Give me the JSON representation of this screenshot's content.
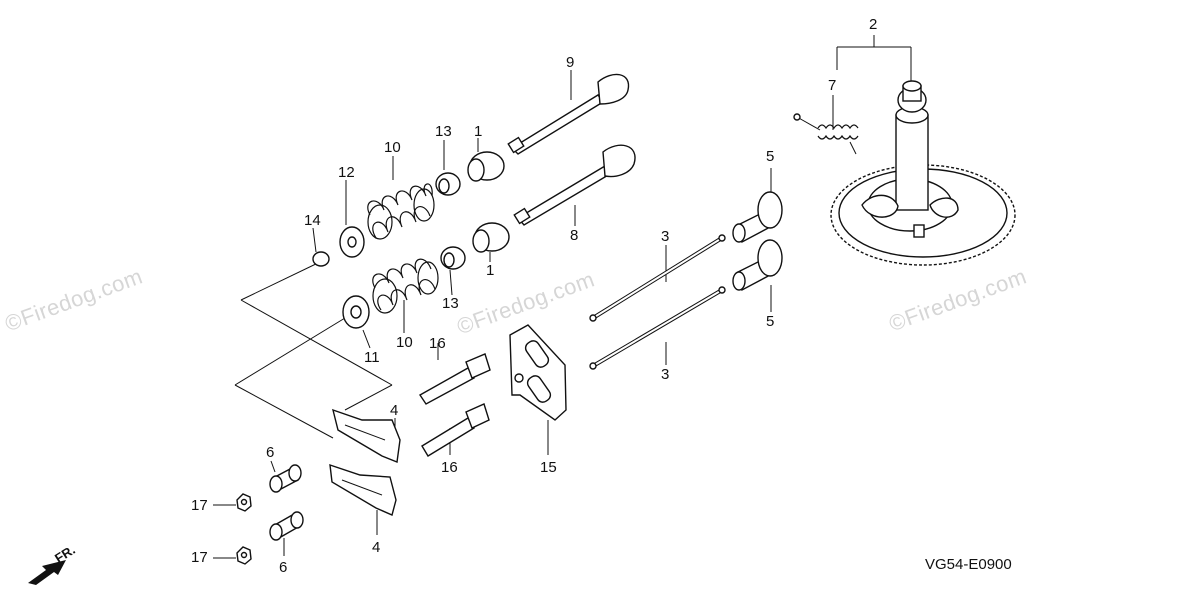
{
  "watermark": {
    "text": "©Firedog.com"
  },
  "drawing_code": "VG54-E0900",
  "direction_label": "FR.",
  "callouts": {
    "c1a": "1",
    "c1b": "1",
    "c2": "2",
    "c3a": "3",
    "c3b": "3",
    "c4a": "4",
    "c4b": "4",
    "c5a": "5",
    "c5b": "5",
    "c6a": "6",
    "c6b": "6",
    "c7": "7",
    "c8": "8",
    "c9": "9",
    "c10a": "10",
    "c10b": "10",
    "c11": "11",
    "c12": "12",
    "c13a": "13",
    "c13b": "13",
    "c14": "14",
    "c15": "15",
    "c16a": "16",
    "c16b": "16",
    "c17a": "17",
    "c17b": "17"
  }
}
